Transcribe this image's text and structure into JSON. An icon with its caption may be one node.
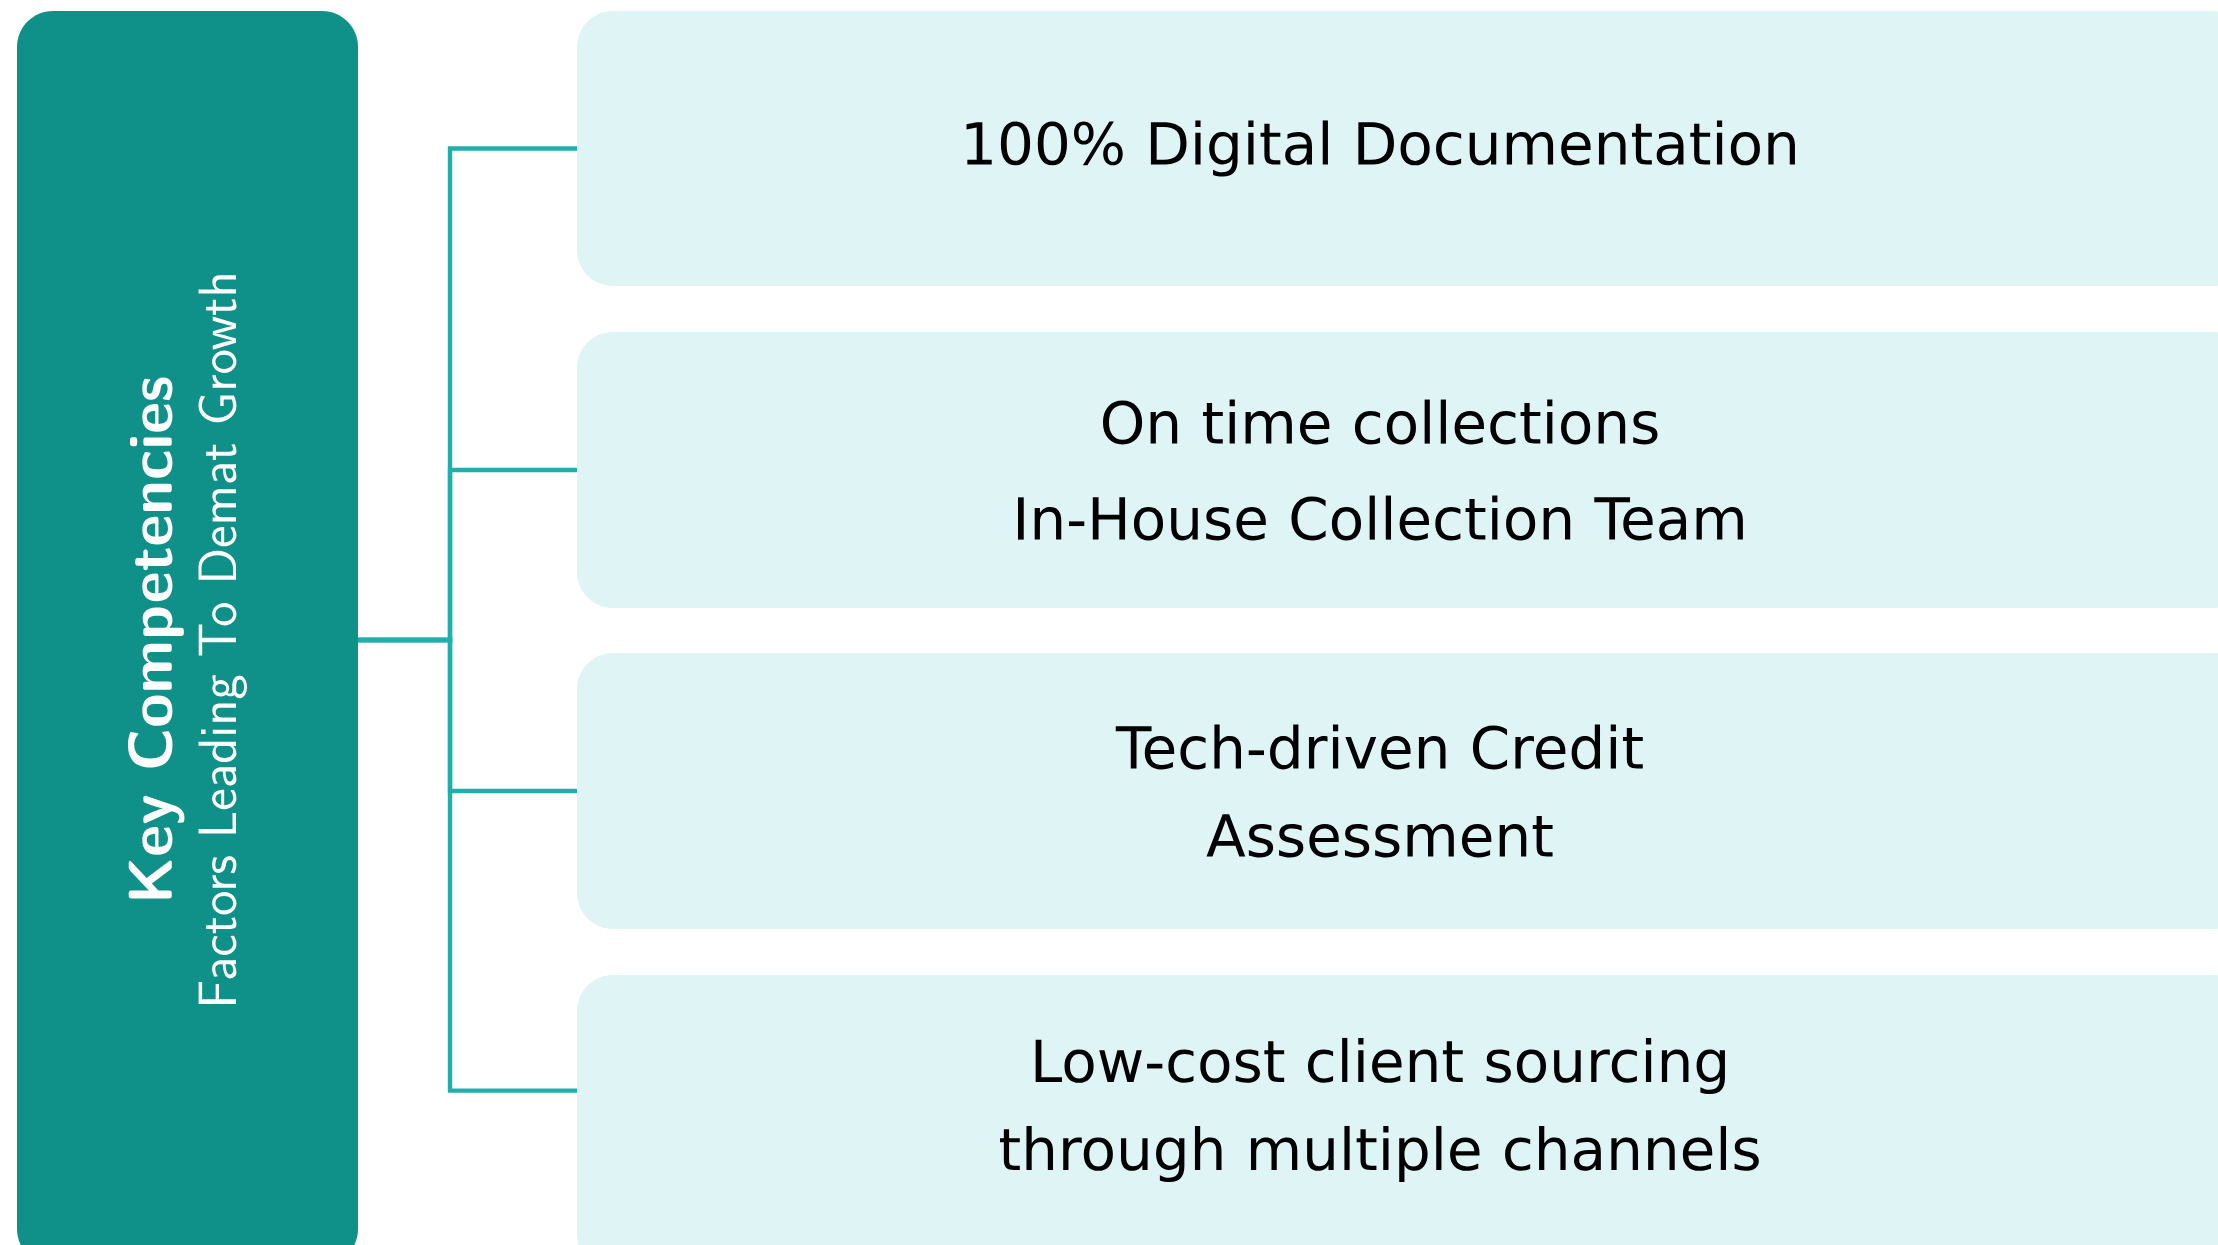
{
  "diagram": {
    "nodes": [
      {
        "text": [
          "Key Competencies",
          "Factors Leading To Demat Growth"
        ]
      },
      {
        "text": [
          "100% Digital Documentation"
        ]
      },
      {
        "text": [
          "On time collections",
          "In-House Collection Team"
        ]
      },
      {
        "text": [
          "Tech-driven Credit Assessment"
        ]
      },
      {
        "text": [
          "Low-cost client sourcing through multiple channels"
        ]
      }
    ],
    "edges": [
      {
        "from": 0,
        "to": 1,
        "arrow": "none"
      },
      {
        "from": 0,
        "to": 2,
        "arrow": "none"
      },
      {
        "from": 0,
        "to": 3,
        "arrow": "none"
      },
      {
        "from": 0,
        "to": 4,
        "arrow": "none"
      }
    ]
  }
}
